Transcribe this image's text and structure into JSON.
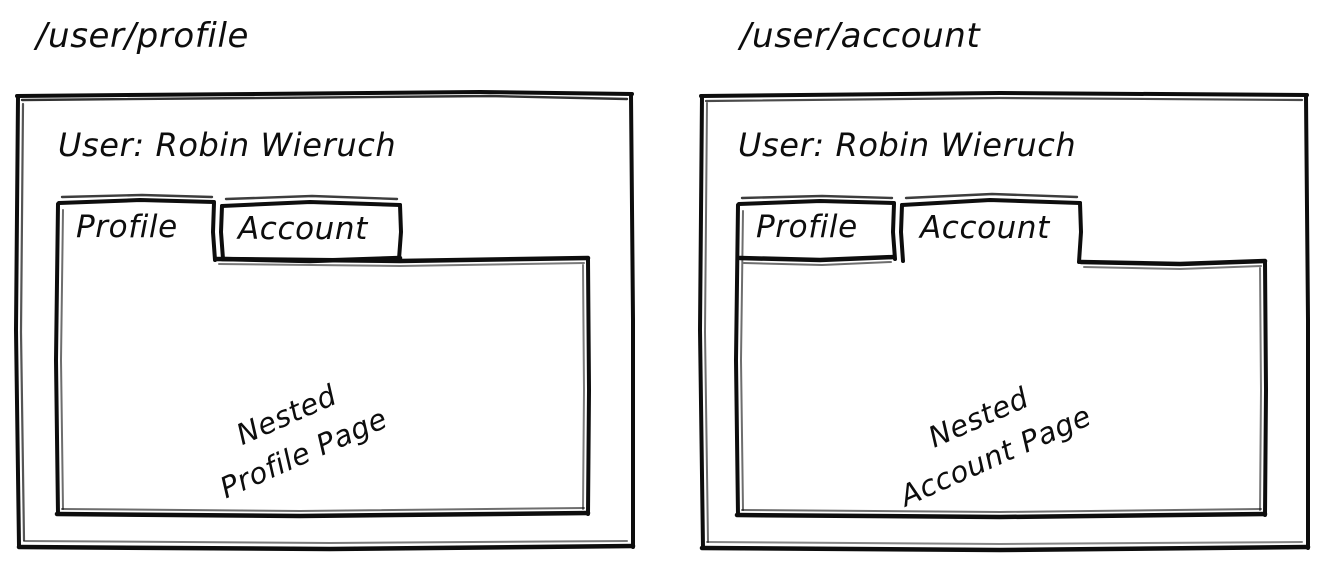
{
  "diagram": {
    "type": "hand-drawn-wireframe",
    "ink_color": "#0d0d0d",
    "background_color": "#ffffff",
    "panels": [
      {
        "id": "profile-panel",
        "route_label": "/user/profile",
        "user_heading": "User: Robin Wieruch",
        "tabs": [
          {
            "label": "Profile",
            "active": true
          },
          {
            "label": "Account",
            "active": false
          }
        ],
        "nested_content": {
          "line1": "Nested",
          "line2": "Profile Page"
        }
      },
      {
        "id": "account-panel",
        "route_label": "/user/account",
        "user_heading": "User: Robin Wieruch",
        "tabs": [
          {
            "label": "Profile",
            "active": false
          },
          {
            "label": "Account",
            "active": true
          }
        ],
        "nested_content": {
          "line1": "Nested",
          "line2": "Account Page"
        }
      }
    ]
  }
}
